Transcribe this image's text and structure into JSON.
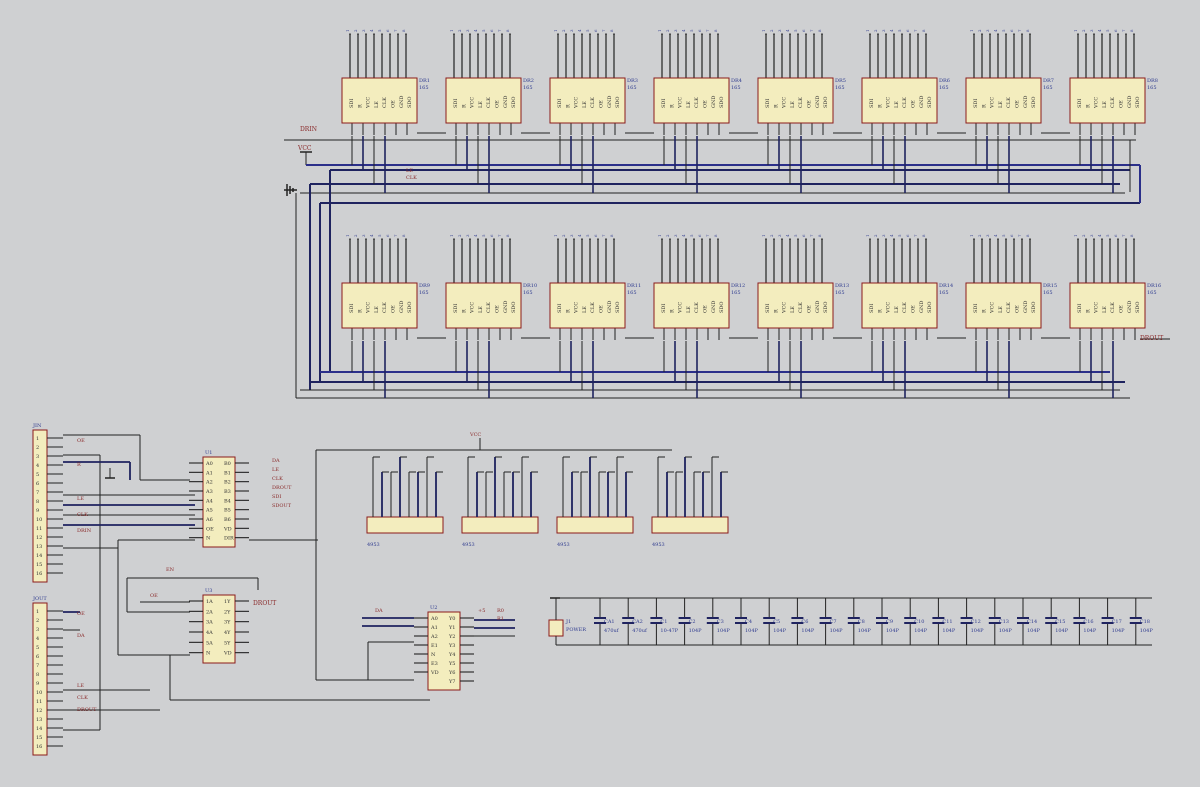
{
  "colors": {
    "background": "#cfd0d2",
    "chip_fill": "#f3edbe",
    "chip_border": "#8b1a1a",
    "wire": "#2b2f8a",
    "wire_dark": "#1f235f",
    "pin": "#222222",
    "label": "#8a2a2a",
    "blue_label": "#2f3b8f"
  },
  "nets": {
    "drin": "DRIN",
    "vcc": "VCC",
    "drout": "DROUT",
    "le": "LE",
    "clk": "CLK"
  },
  "driver_rows": [
    {
      "chips": [
        {
          "designator": "DR1",
          "part": "165"
        },
        {
          "designator": "DR2",
          "part": "165"
        },
        {
          "designator": "DR3",
          "part": "165"
        },
        {
          "designator": "DR4",
          "part": "165"
        },
        {
          "designator": "DR5",
          "part": "165"
        },
        {
          "designator": "DR6",
          "part": "165"
        },
        {
          "designator": "DR7",
          "part": "165"
        },
        {
          "designator": "DR8",
          "part": "165"
        }
      ]
    },
    {
      "chips": [
        {
          "designator": "DR9",
          "part": "165"
        },
        {
          "designator": "DR10",
          "part": "165"
        },
        {
          "designator": "DR11",
          "part": "165"
        },
        {
          "designator": "DR12",
          "part": "165"
        },
        {
          "designator": "DR13",
          "part": "165"
        },
        {
          "designator": "DR14",
          "part": "165"
        },
        {
          "designator": "DR15",
          "part": "165"
        },
        {
          "designator": "DR16",
          "part": "165"
        }
      ]
    }
  ],
  "driver_pins": [
    "SDI",
    "R",
    "VCC",
    "LE",
    "CLK",
    "OE",
    "GND",
    "SDO"
  ],
  "connectors": {
    "input": {
      "designator": "JIN",
      "pins": [
        "1",
        "2",
        "3",
        "4",
        "5",
        "6",
        "7",
        "8",
        "9",
        "10",
        "11",
        "12",
        "13",
        "14",
        "15",
        "16"
      ]
    },
    "output": {
      "designator": "JOUT",
      "pins": [
        "1",
        "2",
        "3",
        "4",
        "5",
        "6",
        "7",
        "8",
        "9",
        "10",
        "11",
        "12",
        "13",
        "14",
        "15",
        "16"
      ]
    }
  },
  "connector_nets": {
    "input": [
      "OE",
      "R",
      "LE",
      "CLK",
      "DRIN"
    ],
    "output": [
      "OE",
      "DA",
      "LE",
      "CLK",
      "DROUT"
    ]
  },
  "buffer": {
    "designator": "U1",
    "pins_left": [
      "A0",
      "A1",
      "A2",
      "A3",
      "A4",
      "A5",
      "A6",
      "OE",
      "N"
    ],
    "pins_right": [
      "B0",
      "B1",
      "B2",
      "B3",
      "B4",
      "B5",
      "B6",
      "VD",
      "DIR"
    ],
    "outputs": [
      "DA",
      "LE",
      "CLK",
      "DROUT",
      "SDI",
      "SDOUT"
    ]
  },
  "gate": {
    "designator": "U3",
    "pins_left": [
      "1A",
      "2A",
      "3A",
      "4A",
      "5A",
      "N"
    ],
    "pins_right": [
      "1Y",
      "2Y",
      "3Y",
      "4Y",
      "5Y",
      "VD"
    ],
    "nets": [
      "EN",
      "OE",
      "DROUT"
    ]
  },
  "decoder": {
    "designator": "U2",
    "pins_left": [
      "A0",
      "A1",
      "A2",
      "E1",
      "N",
      "E3",
      "VD"
    ],
    "pins_right": [
      "Y0",
      "Y1",
      "Y2",
      "Y3",
      "Y4",
      "Y5",
      "Y6",
      "Y7"
    ],
    "nets": [
      "DA",
      "+5",
      "R0",
      "R1"
    ]
  },
  "row_drivers": [
    {
      "label": "4953"
    },
    {
      "label": "4953"
    },
    {
      "label": "4953"
    },
    {
      "label": "4953"
    }
  ],
  "power": {
    "connector": {
      "designator": "J1",
      "label": "POWER"
    },
    "capacitors": [
      {
        "designator": "CA1",
        "value": "470uf"
      },
      {
        "designator": "CA2",
        "value": "470uf"
      },
      {
        "designator": "C1",
        "value": "10-47P"
      },
      {
        "designator": "C2",
        "value": "104P"
      },
      {
        "designator": "C3",
        "value": "104P"
      },
      {
        "designator": "C4",
        "value": "104P"
      },
      {
        "designator": "C5",
        "value": "104P"
      },
      {
        "designator": "C6",
        "value": "104P"
      },
      {
        "designator": "C7",
        "value": "104P"
      },
      {
        "designator": "C8",
        "value": "104P"
      },
      {
        "designator": "C9",
        "value": "104P"
      },
      {
        "designator": "C10",
        "value": "104P"
      },
      {
        "designator": "C11",
        "value": "104P"
      },
      {
        "designator": "C12",
        "value": "104P"
      },
      {
        "designator": "C13",
        "value": "104P"
      },
      {
        "designator": "C14",
        "value": "104P"
      },
      {
        "designator": "C15",
        "value": "104P"
      },
      {
        "designator": "C16",
        "value": "104P"
      },
      {
        "designator": "C17",
        "value": "104P"
      },
      {
        "designator": "C18",
        "value": "104P"
      }
    ]
  }
}
